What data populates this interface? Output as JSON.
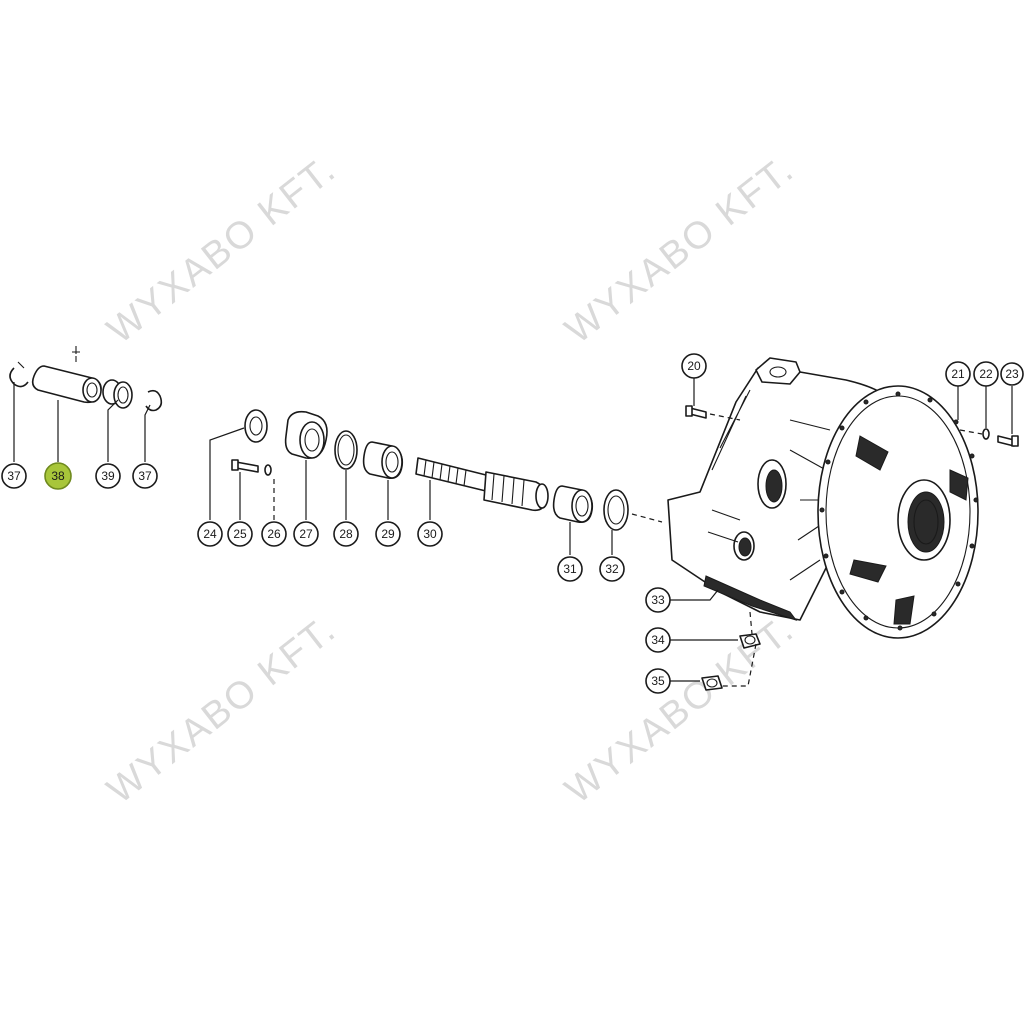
{
  "watermark": "WYXABO KFT.",
  "callouts": [
    {
      "id": "c20",
      "label": "20"
    },
    {
      "id": "c21",
      "label": "21"
    },
    {
      "id": "c22",
      "label": "22"
    },
    {
      "id": "c23",
      "label": "23"
    },
    {
      "id": "c24",
      "label": "24"
    },
    {
      "id": "c25",
      "label": "25"
    },
    {
      "id": "c26",
      "label": "26"
    },
    {
      "id": "c27",
      "label": "27"
    },
    {
      "id": "c28",
      "label": "28"
    },
    {
      "id": "c29",
      "label": "29"
    },
    {
      "id": "c30",
      "label": "30"
    },
    {
      "id": "c31",
      "label": "31"
    },
    {
      "id": "c32",
      "label": "32"
    },
    {
      "id": "c33",
      "label": "33"
    },
    {
      "id": "c34",
      "label": "34"
    },
    {
      "id": "c35",
      "label": "35"
    },
    {
      "id": "c37a",
      "label": "37"
    },
    {
      "id": "c38",
      "label": "38"
    },
    {
      "id": "c39",
      "label": "39"
    },
    {
      "id": "c37b",
      "label": "37"
    }
  ],
  "highlighted_part": "38",
  "colors": {
    "highlight": "#a8c63a",
    "line": "#1a1a1a",
    "watermark": "#d9d9d9"
  }
}
